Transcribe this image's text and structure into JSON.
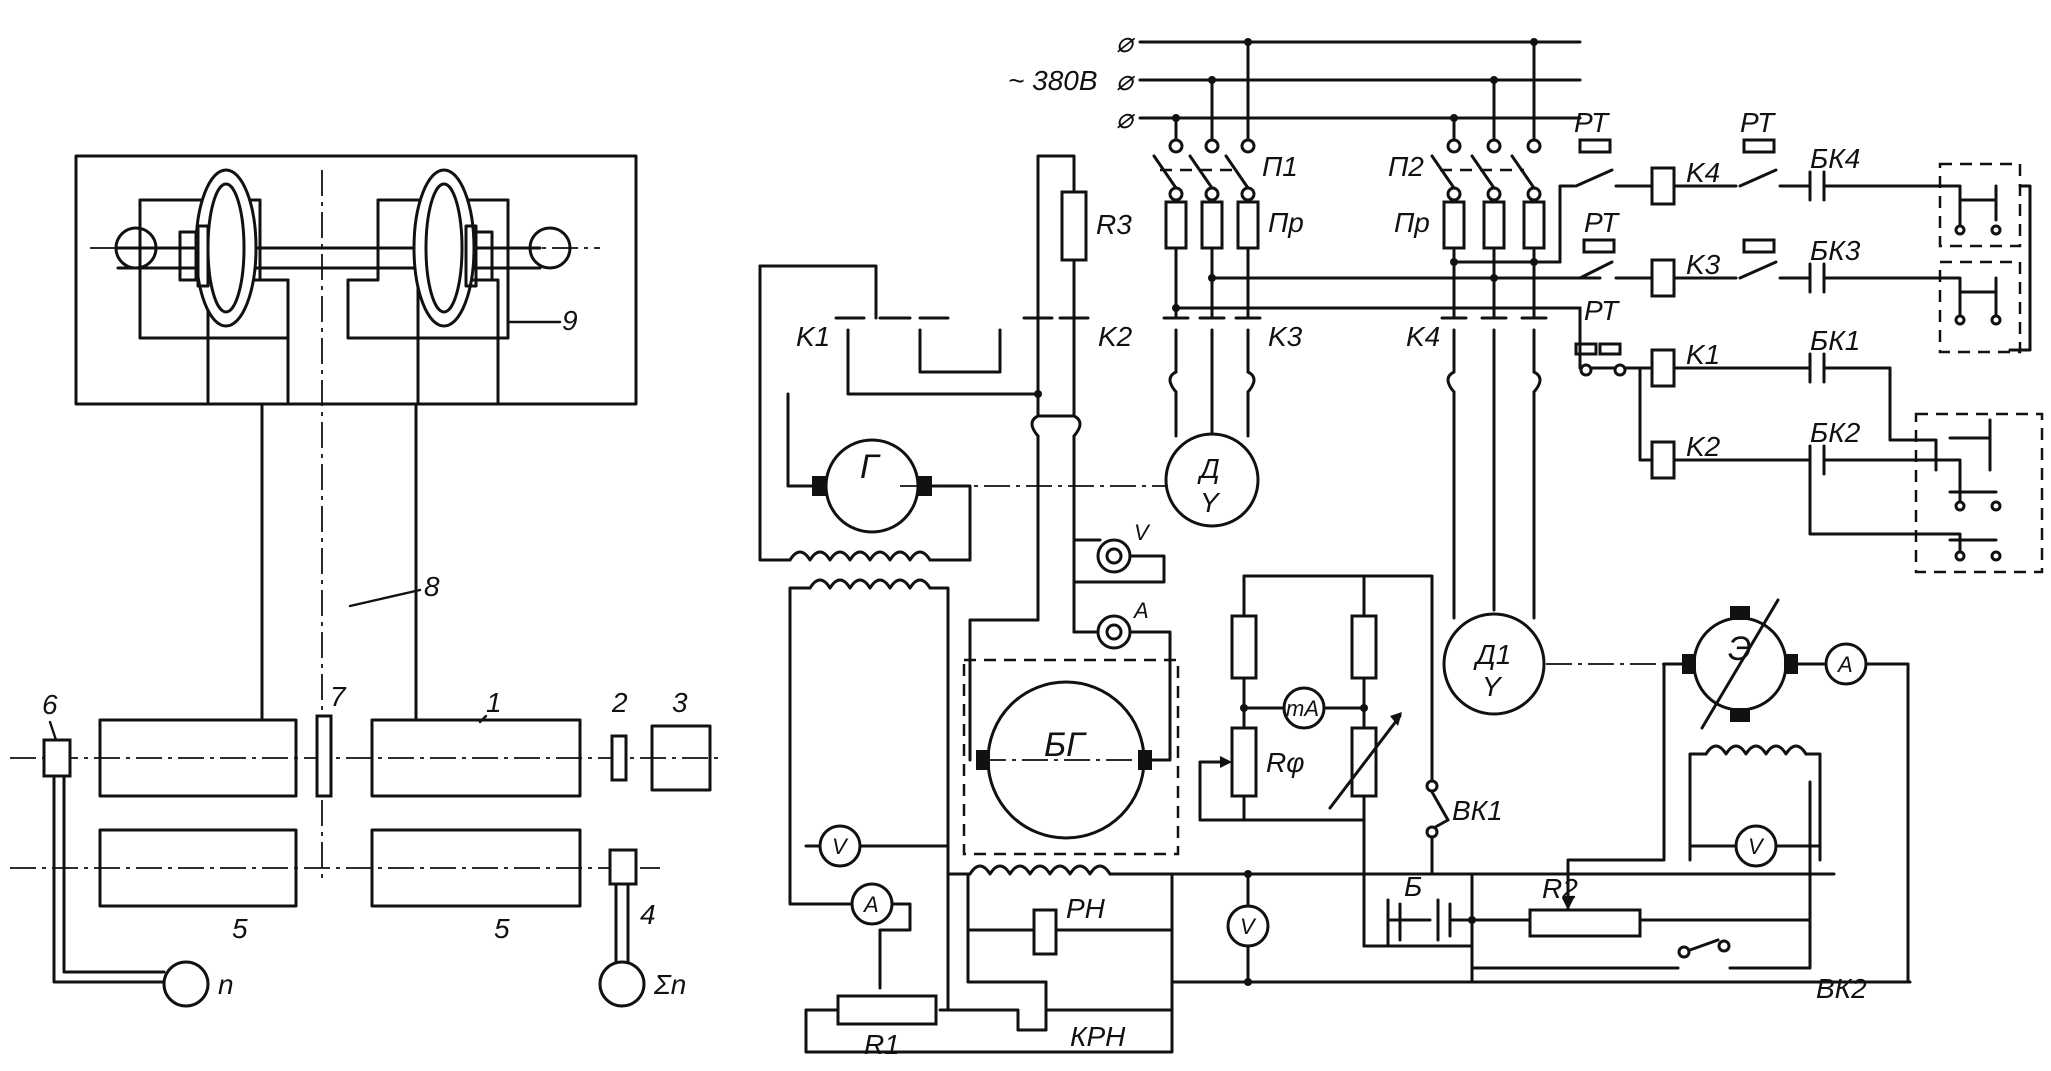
{
  "left_labels": {
    "n1": "1",
    "n2": "2",
    "n3": "3",
    "n4": "4",
    "n5a": "5",
    "n5b": "5",
    "n6": "6",
    "n7": "7",
    "n8": "8",
    "n9": "9",
    "counter_n": "n",
    "counter_sum": "Σn"
  },
  "supply_label": "~ 380В",
  "labels": {
    "p1": "П1",
    "p2": "П2",
    "pr1": "Пр",
    "pr2": "Пр",
    "r3": "R3",
    "k1": "K1",
    "k2": "K2",
    "k3": "K3",
    "k4": "K4",
    "gen": "Г",
    "motor_d": "Д",
    "motor_d_y": "Y",
    "motor_d1": "Д1",
    "motor_d1_y": "Y",
    "bg": "БГ",
    "e": "Э",
    "v_top": "V",
    "a_top": "A",
    "ma": "mA",
    "rf": "Rφ",
    "vk1": "ВК1",
    "b": "Б",
    "r2": "R2",
    "vk2": "ВК2",
    "rn": "РН",
    "krn": "КРН",
    "r1": "R1",
    "rt1": "РТ",
    "rt2": "РТ",
    "rt3": "РТ",
    "rt4": "РТ",
    "k4r": "K4",
    "k3r": "K3",
    "k1r": "K1",
    "k2r": "K2",
    "bk4": "БК4",
    "bk3": "БК3",
    "bk1": "БК1",
    "bk2": "БК2",
    "meter_v": "V",
    "meter_a": "A"
  }
}
